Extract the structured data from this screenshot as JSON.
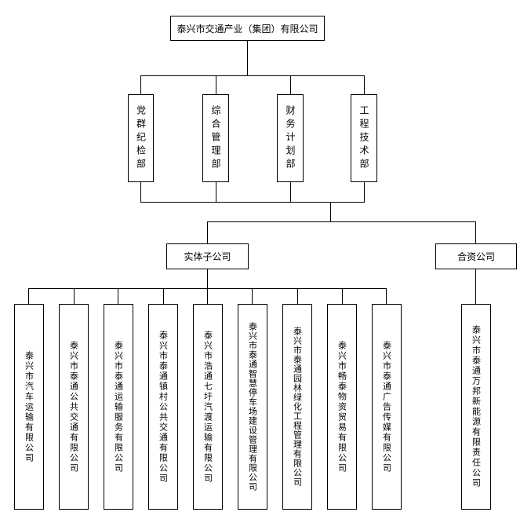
{
  "root": {
    "label": "泰兴市交通产业（集团）有限公司"
  },
  "departments": [
    {
      "label": "党群纪检部"
    },
    {
      "label": "综合管理部"
    },
    {
      "label": "财务计划部"
    },
    {
      "label": "工程技术部"
    }
  ],
  "entity_group": {
    "label": "实体子公司",
    "children": [
      {
        "label": "泰兴市汽车运输有限公司"
      },
      {
        "label": "泰兴市泰通公共交通有限公司"
      },
      {
        "label": "泰兴市泰通运输服务有限公司"
      },
      {
        "label": "泰兴市泰通镇村公共交通有限公司"
      },
      {
        "label": "泰兴市浩通七圩汽渡运输有限公司"
      },
      {
        "label": "泰兴市泰通智慧停车场建设管理有限公司"
      },
      {
        "label": "泰兴市泰通园林绿化工程管理有限公司"
      },
      {
        "label": "泰兴市畅泰物资贸易有限公司"
      },
      {
        "label": "泰兴市泰通广告传媒有限公司"
      }
    ]
  },
  "jv_group": {
    "label": "合资公司",
    "children": [
      {
        "label": "泰兴市泰通万邦新能源有限责任公司"
      }
    ]
  }
}
